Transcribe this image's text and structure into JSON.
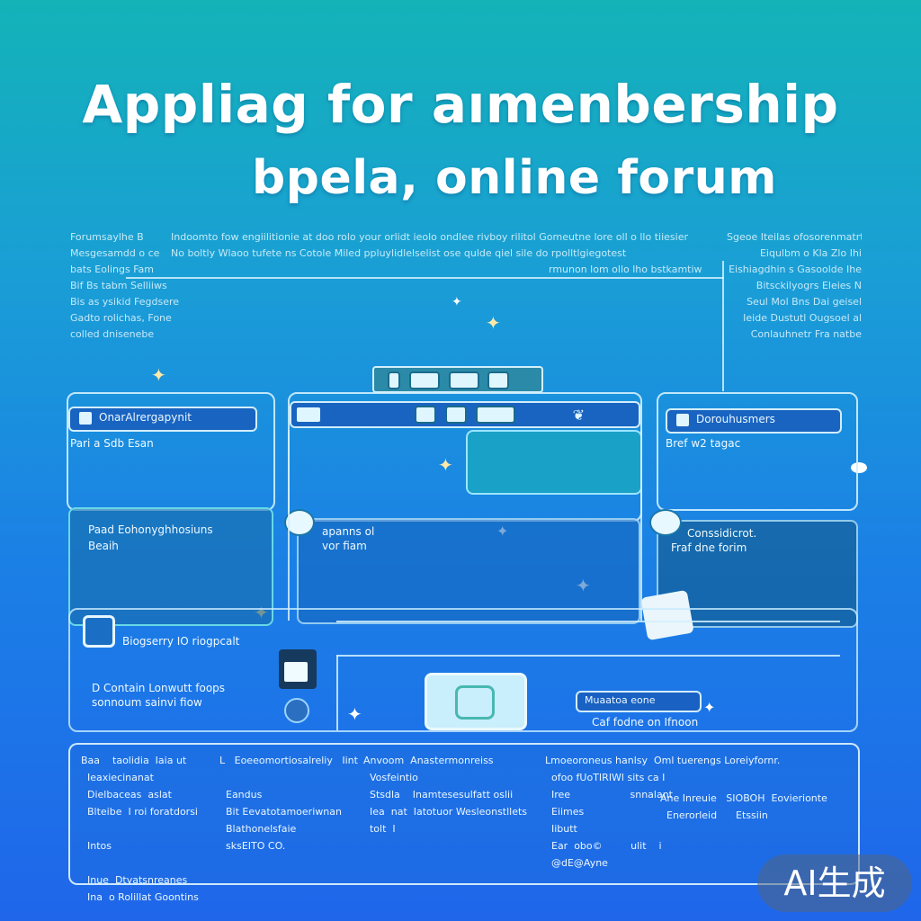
{
  "title": {
    "line1": "Appliag for aımenbership",
    "line2": "bpela, online forum"
  },
  "intro": {
    "left": [
      "Forumsaylhe    B",
      "Mesgesamdd  o ce",
      "bats Eolings  Fam",
      "Bif Bs tabm     Selliiws",
      "Bis as ysikid     Fegdsere",
      "Gadto rolichas,      Fone",
      "colled dnisenebe"
    ],
    "center_1": "Indoomto fow  engiilitionie  at  doo  rolo  your  orlidt  ieolo ondlee  rivboy  rilitol  Gomeutne lore  oll o  llo  tiiesier",
    "center_2": "No  boltly  Wlaoo  tufete  ns    Cotole  Miled  ppluylidlelselist         ose  qulde  qiel sile     do  rpolltlgiegotest",
    "center_3": "rmunon      lom    ollo   lho  bstkamtiw",
    "right": [
      "Sgeoe  Iteilas ofosorenmatrt",
      "Eiqulbm  o  Kla  Zlo  Ihi",
      "Eishiagdhin s Gasoolde Ihe",
      "Bitsckilyogrs  Eleies  N",
      "Seul Mol Bns     Dai geisel",
      "Ieide  Dustutl  Ougsoel al",
      "Conlauhnetr  Fra  natbe"
    ]
  },
  "toolbar": {
    "buttons": [
      "",
      "",
      "",
      ""
    ]
  },
  "left_panel": {
    "header": "OnarAlrergapynit",
    "sub": "Pari a Sdb Esan",
    "box_text_1": "Paad Eohonyghhosiuns",
    "box_text_2": "Beaih",
    "setting_label": "Biogserry IO riogpcalt",
    "footer_1": "D  Contain Lonwutt foops",
    "footer_2": "sonnoum sainvi fiow"
  },
  "center_panel": {
    "text_1": "apanns  ol",
    "text_2": "vor fiam"
  },
  "right_panel": {
    "header": "Dorouhusmers",
    "sub": "Bref w2 tagac",
    "box_text_1": "Conssidicrot.",
    "box_text_2": "Fraf dne forim",
    "footer_pill": "Muaatoa eone",
    "footer_text": "Caf fodne on Ifnoon"
  },
  "bottom": {
    "col1": "Baa    taolidia  Iaia ut\n  Ieaxiecinanat\n  Dielbaceas  aslat\n  Blteibe  I roi foratdorsi\n\n  Intos\n\n  Inue  Dtvatsnreanes\n  Ina  o Rolillat Goontins",
    "col2": "L   Eoeeomortiosalreliy   Iint\n\n  Eandus\n  Bit Eevatotamoeriwnan\n  Blathonelsfaie\n  sksEITO CO.",
    "col3": "Anvoom  Anastermonreiss\n  Vosfeintio\n  Stsdla    Inamtesesulfatt oslii\n  Iea  nat  Iatotuor Wesleonstllets\n  tolt  I",
    "col4": "Lmoeoroneus hanlsy  Oml ­tuerengs Loreiyfornr.\n  ofoo fUoTIRIWl sits ca I\n  Iree                   snnalant\n  Eiimes\n  Iibutt\n  Ear  obo©         ulit    i\n  @dE@Ayne",
    "col5": "Ane Inreuie   SIOBOH  Eovierionte\n  Enerorleid      Etssiin"
  },
  "watermark": "AI生成"
}
